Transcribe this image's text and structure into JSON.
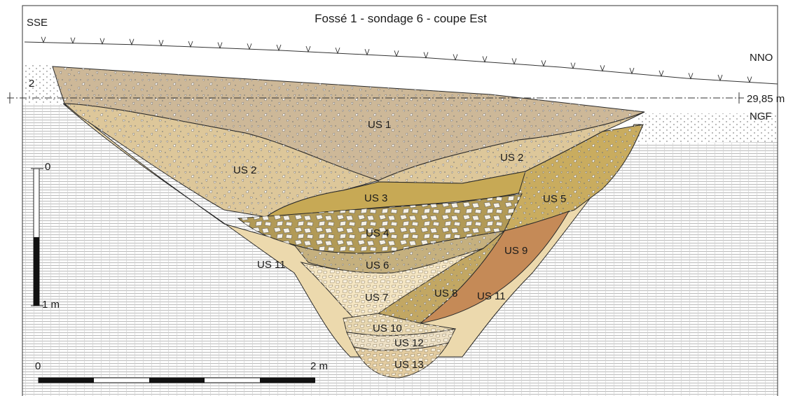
{
  "title": "Fossé 1 - sondage 6 - coupe Est",
  "orientation": {
    "left": "SSE",
    "right": "NNO"
  },
  "datum": {
    "value": "29,85 m",
    "unit": "NGF"
  },
  "vertical_scale": {
    "top": "0",
    "bottom": "1 m"
  },
  "horizontal_scale": {
    "start": "0",
    "end": "2 m"
  },
  "layers": {
    "us1": "US 1",
    "us2_left": "US 2",
    "us2_right": "US 2",
    "us3": "US 3",
    "us4": "US 4",
    "us5": "US 5",
    "us6": "US 6",
    "us7": "US 7",
    "us8": "US 8",
    "us9": "US 9",
    "us10": "US 10",
    "us11_left": "US 11",
    "us11_right": "US 11",
    "us12": "US 12",
    "us13": "US 13",
    "unit2": "2"
  },
  "colors": {
    "us1": "#cdb898",
    "us2": "#ddc79a",
    "us3": "#c7a955",
    "us4": "#b29a56",
    "us5": "#c9ac5f",
    "us6": "#c5b07e",
    "us7": "#f4e5c2",
    "us8": "#c2a763",
    "us9": "#c58a57",
    "us10": "#e8d7b0",
    "us11": "#ecd9ad",
    "us12": "#ede0c5",
    "us13": "#e3cca0",
    "substrate_lines": "#b9b9b9"
  }
}
